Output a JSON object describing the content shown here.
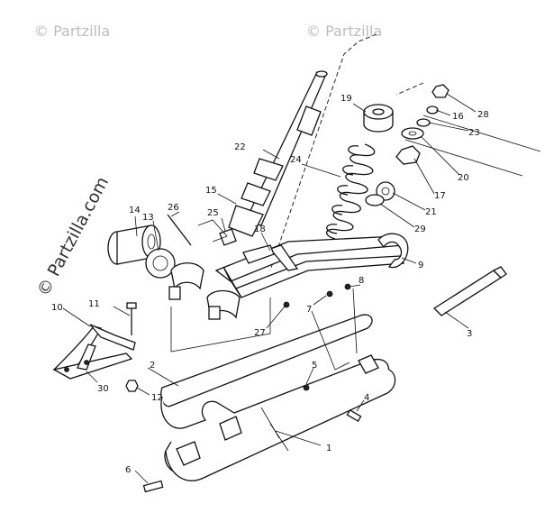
{
  "watermarks": {
    "top_left": "© Partzilla",
    "top_right": "© Partzilla",
    "side": "© Partzilla.com"
  },
  "callouts": {
    "c1": "1",
    "c2": "2",
    "c3": "3",
    "c4": "4",
    "c5": "5",
    "c6": "6",
    "c7": "7",
    "c8": "8",
    "c9": "9",
    "c10": "10",
    "c11": "11",
    "c12": "12",
    "c13": "13",
    "c14": "14",
    "c15": "15",
    "c16": "16",
    "c17": "17",
    "c18": "18",
    "c19": "19",
    "c20": "20",
    "c21": "21",
    "c22": "22",
    "c23": "23",
    "c24": "24",
    "c25": "25",
    "c26": "26",
    "c27": "27",
    "c28": "28",
    "c29": "29",
    "c30": "30"
  }
}
